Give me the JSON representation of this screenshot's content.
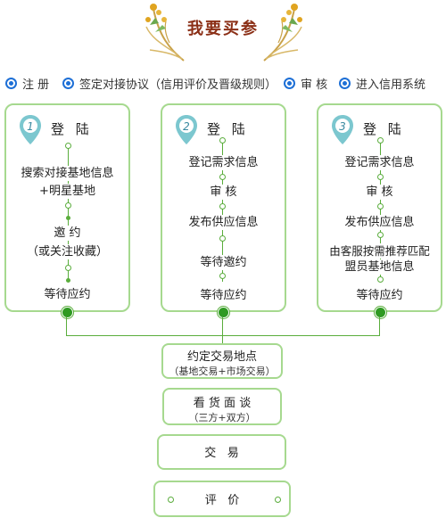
{
  "header": {
    "title": "我要买参"
  },
  "steps": [
    {
      "label": "注 册"
    },
    {
      "label": "签定对接协议（信用评价及晋级规则）"
    },
    {
      "label": "审 核"
    },
    {
      "label": "进入信用系统"
    }
  ],
  "cards": [
    {
      "number": "1",
      "title": "登 陆",
      "items": [
        "搜索对接基地信息",
        "+明星基地",
        "邀 约",
        "（或关注收藏）",
        "等待应约"
      ]
    },
    {
      "number": "2",
      "title": "登 陆",
      "items": [
        "登记需求信息",
        "审 核",
        "发布供应信息",
        "等待邀约",
        "等待应约"
      ]
    },
    {
      "number": "3",
      "title": "登 陆",
      "items": [
        "登记需求信息",
        "审 核",
        "发布供应信息",
        "由客服按需推荐匹配",
        "盟员基地信息",
        "等待应约"
      ]
    }
  ],
  "flow": [
    {
      "line1": "约定交易地点",
      "line2": "（基地交易+市场交易）"
    },
    {
      "line1": "看 货 面 谈",
      "line2": "（三方+双方）"
    },
    {
      "line1": "交   易",
      "line2": ""
    },
    {
      "line1": "评   价",
      "line2": ""
    }
  ],
  "colors": {
    "accent": "#1d6fd6",
    "border": "#a6d98f",
    "line": "#5aad3c",
    "title": "#8b2f16",
    "pin": "#7cc7cf"
  }
}
